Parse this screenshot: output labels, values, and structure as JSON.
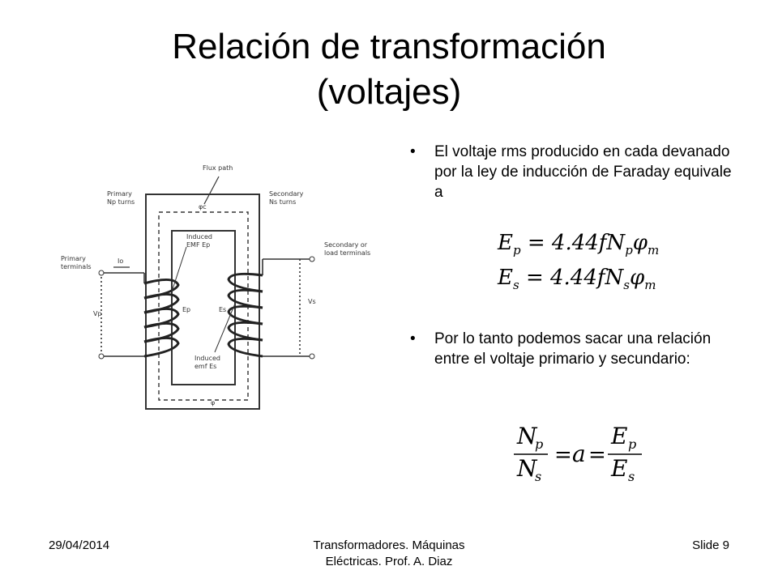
{
  "slide": {
    "title_line1": "Relación de transformación",
    "title_line2": "(voltajes)"
  },
  "bullets": [
    {
      "marker": "•",
      "text": "El voltaje rms producido en cada devanado por la ley de inducción de Faraday equivale a"
    },
    {
      "marker": "•",
      "text": "Por lo tanto podemos sacar una relación entre el voltaje primario y secundario:"
    }
  ],
  "equations": {
    "ep_lhs": "E",
    "ep_sub": "p",
    "ep_rhs": "= 4.44fN",
    "ep_rhs_sub": "p",
    "ep_phi": "φ",
    "ep_phi_sub": "m",
    "es_lhs": "E",
    "es_sub": "s",
    "es_rhs": "= 4.44fN",
    "es_rhs_sub": "s",
    "es_phi": "φ",
    "es_phi_sub": "m",
    "ratio": {
      "n_num": "N",
      "n_num_sub": "p",
      "n_den": "N",
      "n_den_sub": "s",
      "eq1": "=",
      "a": "a",
      "eq2": "=",
      "e_num": "E",
      "e_num_sub": "p",
      "e_den": "E",
      "e_den_sub": "s"
    }
  },
  "diagram": {
    "flux_path": "Flux path",
    "primary": "Primary",
    "primary_turns": "Np turns",
    "secondary": "Secondary",
    "secondary_turns": "Ns turns",
    "primary_terminals_1": "Primary",
    "primary_terminals_2": "terminals",
    "secondary_terminals_1": "Secondary or",
    "secondary_terminals_2": "load terminals",
    "induced_emf_p_1": "Induced",
    "induced_emf_p_2": "EMF Ep",
    "induced_emf_s_1": "Induced",
    "induced_emf_s_2": "emf Es",
    "phi_c": "φc",
    "io": "Io",
    "vp": "Vp",
    "vs": "Vs",
    "ep": "Ep",
    "es": "Es",
    "phi_bottom": "φ"
  },
  "footer": {
    "date": "29/04/2014",
    "course_line1": "Transformadores. Máquinas",
    "course_line2": "Eléctricas. Prof. A. Diaz",
    "slide_number": "Slide 9"
  }
}
